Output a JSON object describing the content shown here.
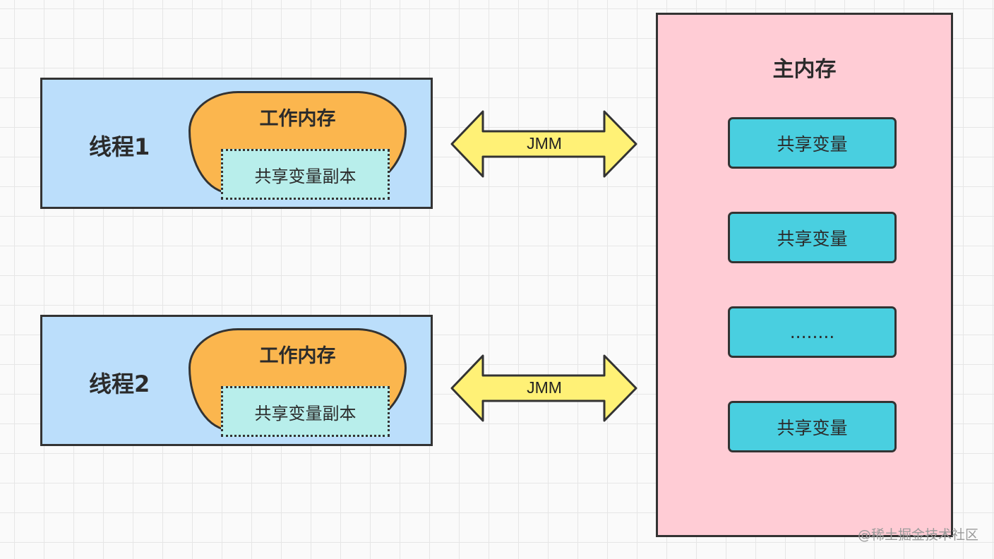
{
  "colors": {
    "thread_fill": "#bbdefb",
    "work_memory_fill": "#fbb64e",
    "copy_fill": "#b8eeeb",
    "main_memory_fill": "#ffccd5",
    "variable_fill": "#49cfe0",
    "arrow_fill": "#fff176",
    "stroke": "#333333"
  },
  "threads": [
    {
      "label": "线程1",
      "work_memory_label": "工作内存",
      "copy_label": "共享变量副本"
    },
    {
      "label": "线程2",
      "work_memory_label": "工作内存",
      "copy_label": "共享变量副本"
    }
  ],
  "arrows": [
    {
      "label": "JMM"
    },
    {
      "label": "JMM"
    }
  ],
  "main_memory": {
    "title": "主内存",
    "variables": [
      "共享变量",
      "共享变量",
      "........",
      "共享变量"
    ]
  },
  "watermark": "@稀土掘金技术社区"
}
